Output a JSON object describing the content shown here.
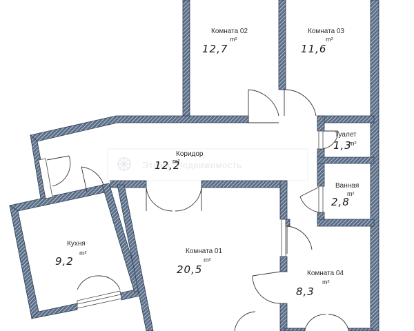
{
  "watermark": "Этажи. Недвижимость",
  "colors": {
    "wall": "#4a5e78",
    "wall_edge": "#2d3e55",
    "door": "#333333",
    "background": "#ffffff",
    "watermark": "#e3e7ec"
  },
  "rooms": [
    {
      "id": "room-02",
      "name": "Комната 02",
      "unit": "m²",
      "area": "12,7"
    },
    {
      "id": "room-03",
      "name": "Комната 03",
      "unit": "m²",
      "area": "11,6"
    },
    {
      "id": "toilet",
      "name": "Туалет",
      "unit": "m²",
      "area": "1,3"
    },
    {
      "id": "corridor",
      "name": "Коридор",
      "unit": "m²",
      "area": "12,2"
    },
    {
      "id": "bathroom",
      "name": "Ванная",
      "unit": "m²",
      "area": "2,8"
    },
    {
      "id": "kitchen",
      "name": "Кухня",
      "unit": "m²",
      "area": "9,2"
    },
    {
      "id": "room-01",
      "name": "Комната 01",
      "unit": "m²",
      "area": "20,5"
    },
    {
      "id": "room-04",
      "name": "Комната 04",
      "unit": "m²",
      "area": "8,3"
    }
  ]
}
